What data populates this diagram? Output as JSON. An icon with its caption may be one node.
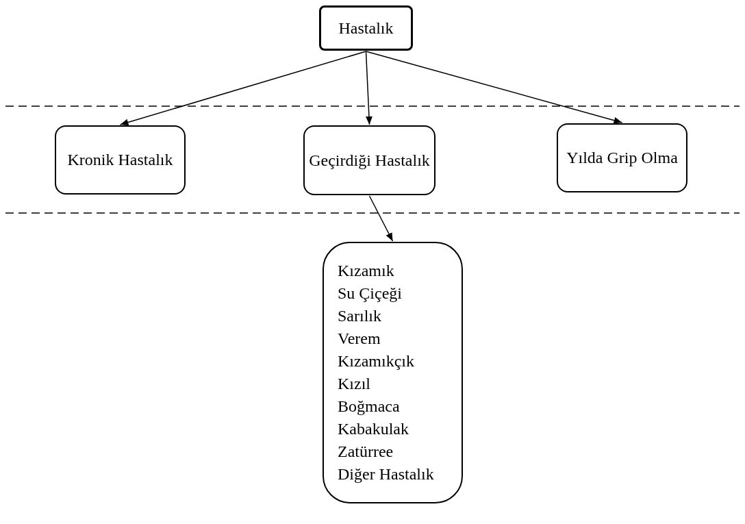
{
  "diagram": {
    "nodes": [
      {
        "text": [
          "Hastalık"
        ]
      },
      {
        "text": [
          "Kronik Hastalık"
        ]
      },
      {
        "text": [
          "Geçirdiği Hastalık"
        ]
      },
      {
        "text": [
          "Yılda Grip Olma"
        ]
      },
      {
        "text": [
          "Kızamık",
          "Su Çiçeği",
          "Sarılık",
          "Verem",
          "Kızamıkçık",
          "Kızıl",
          "Boğmaca",
          "Kabakulak",
          "Zatürree",
          "Diğer Hastalık"
        ]
      }
    ],
    "edges": [
      {
        "from": 0,
        "to": 1,
        "arrow": "to"
      },
      {
        "from": 0,
        "to": 2,
        "arrow": "to"
      },
      {
        "from": 0,
        "to": 3,
        "arrow": "to"
      },
      {
        "from": 2,
        "to": 4,
        "arrow": "to"
      }
    ]
  }
}
